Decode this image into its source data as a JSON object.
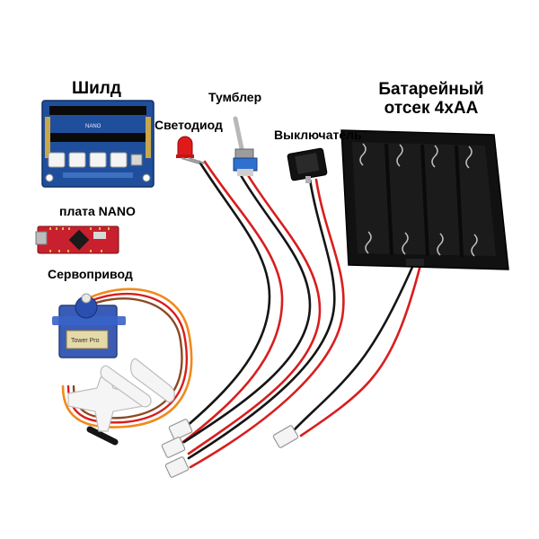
{
  "labels": {
    "shield": "Шилд",
    "led": "Светодиод",
    "toggle": "Тумблер",
    "switch": "Выключатель",
    "battery_line1": "Батарейный",
    "battery_line2": "отсек 4хАА",
    "nano": "плата NANO",
    "servo": "Сервопривод"
  },
  "markings": {
    "shield_board": "NANO",
    "servo_sticker": "Tower Pro"
  },
  "colors": {
    "background": "#ffffff",
    "shield_pcb": "#1f4f9c",
    "nano_pcb": "#c8202e",
    "servo_body": "#2a4fb0",
    "wire_red": "#d81e1e",
    "wire_black": "#151515",
    "wire_orange": "#f08a1c",
    "wire_brown": "#8a4a22",
    "battery_case": "#111111",
    "led": "#e01a1a"
  }
}
